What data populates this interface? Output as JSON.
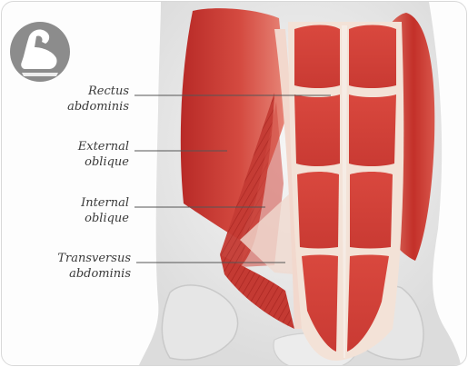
{
  "labels": {
    "rectus": {
      "line1": "Rectus",
      "line2": "abdominis"
    },
    "external": {
      "line1": "External",
      "line2": "oblique"
    },
    "internal": {
      "line1": "Internal",
      "line2": "oblique"
    },
    "transversus": {
      "line1": "Transversus",
      "line2": "abdominis"
    }
  },
  "logo": {
    "icon": "flexed-arm-icon"
  },
  "colors": {
    "muscle": "#c8342f",
    "muscle_light": "#e27a6c",
    "tendon": "#f3e2d7",
    "skin": "#eeeeee",
    "leader": "#555555"
  }
}
